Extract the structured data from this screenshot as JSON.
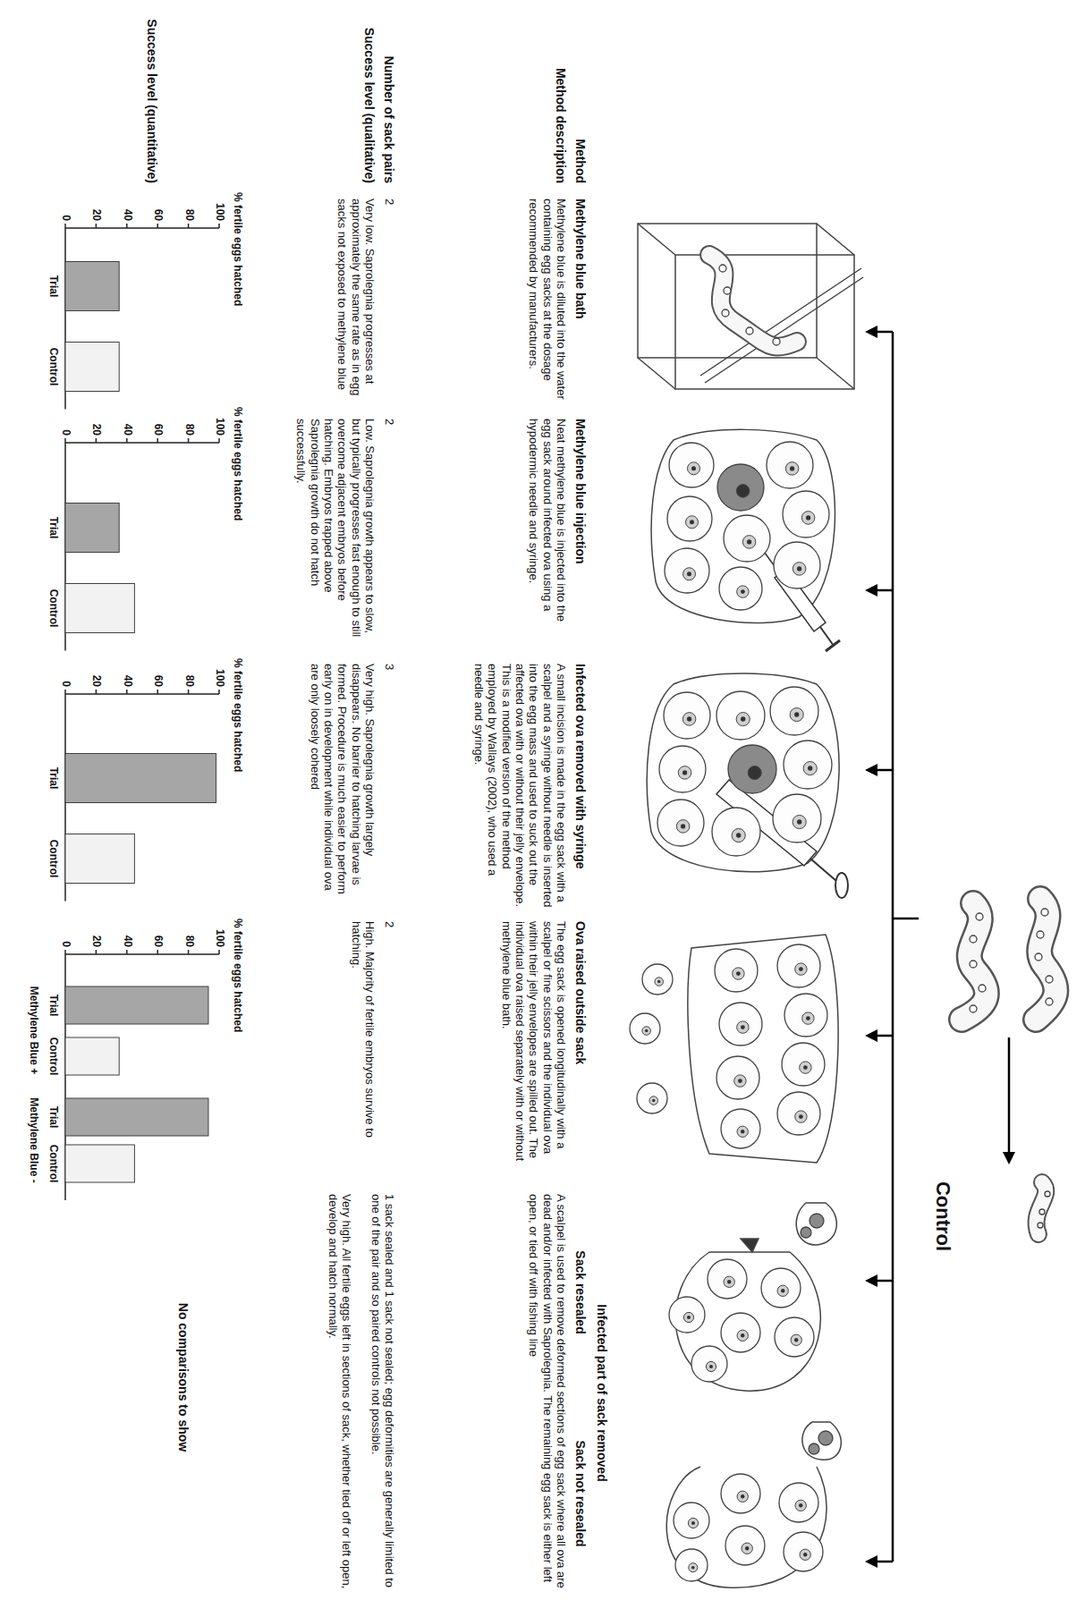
{
  "diagram": {
    "labels": [
      "Control",
      "Infected part of sack removed",
      "Method",
      "Methylene blue bath",
      "Methylene blue injection",
      "Infected ova removed with syringe",
      "Ova raised outside sack",
      "Sack resealed",
      "Sack not resealed",
      "Method description",
      "Methylene blue is diluted into the water containing egg sacks at the dosage recommended by manufacturers.",
      "Neat methylene blue is injected into the egg sack around infected ova using a hypodermic needle and syringe.",
      "A small incision is made in the egg sack with a scalpel and a syringe without needle is inserted into the egg mass and used to suck out the affected ova with or without their jelly envelope. This is a modified version of the method employed by Wallays (2002), who used a needle and syringe.",
      "The egg sack is opened longitudinally with a scalpel or fine scissors and the individual ova within their jelly envelopes are spilled out. The individual ova raised separately with or without methylene blue bath.",
      "A scalpel is used to remove deformed sections of egg sack where all ova are dead and/or infected with Saprolegnia. The remaining egg sack is either left open, or tied off with fishing line",
      "Number of sack pairs",
      "2",
      "2",
      "3",
      "2",
      "1 sack sealed and 1 sack not sealed; egg deformities are generally limited to one of the pair and so paired controls not possible.",
      "Success level (qualitative)",
      "Very low. Saprolegnia progresses at approximately the same rate as in egg sacks not exposed to methylene blue",
      "Low. Saprolegnia growth appears to slow, but typically progresses fast enough to still overcome adjacent embryos before hatching. Embryos trapped above Saprolegnia growth do not hatch successfully.",
      "Very high. Saprolegnia growth largely disappears. No barrier to hatching larvae is formed. Procedure is much easier to perform early on in development while individual ova are only loosely cohered",
      "High. Majority of fertile embryos survive to hatching.",
      "Very high. All fertile eggs left in sections of sack, whether tied off or left open, develop and hatch normally.",
      "Success level (quantitative)",
      "% fertile eggs hatched",
      "100",
      "80",
      "60",
      "40",
      "20",
      "0",
      "Trial",
      "Control",
      "% fertile eggs hatched",
      "100",
      "80",
      "60",
      "40",
      "20",
      "0",
      "Trial",
      "Control",
      "% fertile eggs hatched",
      "100",
      "80",
      "60",
      "40",
      "20",
      "0",
      "Trial",
      "Control",
      "% fertile eggs hatched",
      "100",
      "80",
      "60",
      "40",
      "20",
      "0",
      "Trial",
      "Control",
      "Trial",
      "Control",
      "Methylene Blue +",
      "Methylene Blue -",
      "No comparisons to show"
    ]
  }
}
